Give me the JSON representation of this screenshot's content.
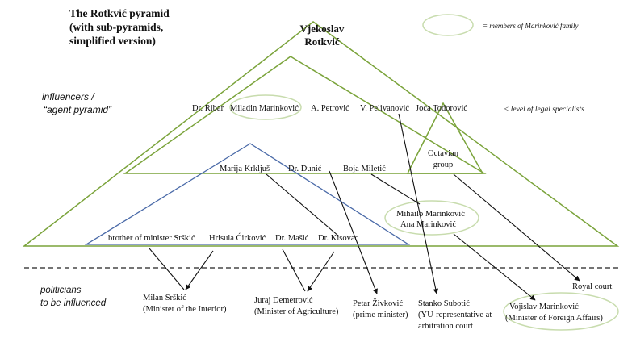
{
  "title_lines": [
    "The Rotkvić pyramid",
    "(with sub-pyramids,",
    "simplified version)"
  ],
  "legend": {
    "text": "= members of  Marinković family"
  },
  "apex": {
    "line1": "Vjekoslav",
    "line2": "Rotkvić"
  },
  "side_labels": {
    "influencers_line1": "influencers /",
    "influencers_line2": "“agent pyramid”",
    "legal_level": "< level of legal specialists",
    "politicians_line1": "politicians",
    "politicians_line2": "to be influenced"
  },
  "agents": {
    "ribar": "Dr. Ribar",
    "miladin": "Miladin Marinković",
    "petrovic": "A. Petrović",
    "pelivanovic": "V. Pelivanović",
    "todorovic": "Joca Todorović",
    "krkljus": "Marija Krkljuš",
    "dunic": "Dr. Dunić",
    "miletic": "Boja Miletić",
    "octavian_line1": "Octavian",
    "octavian_line2": "group",
    "mihailo": "Mihailo Marinković",
    "ana": "Ana Marinković",
    "srskic_brother": "brother of minister Srškić",
    "cirkovic": "Hrisula Ćirković",
    "masic": "Dr. Mašić",
    "kisovac": "Dr. Kisovac"
  },
  "politicians": {
    "srskic_line1": "Milan Srškić",
    "srskic_line2": "(Minister of the Interior)",
    "demetrovic_line1": "Juraj Demetrović",
    "demetrovic_line2": "(Minister of Agriculture)",
    "zivkovic_line1": "Petar Živković",
    "zivkovic_line2": "(prime minister)",
    "subotic_line1": "Stanko Subotić",
    "subotic_line2": "(YU-representative at",
    "subotic_line3": "arbitration court",
    "royal_court": "Royal court",
    "vojislav_line1": "Vojislav Marinković",
    "vojislav_line2": "(Minister of Foreign Affairs)"
  },
  "colors": {
    "pyramid_green": "#7aa33a",
    "family_ellipse": "#c8dcae",
    "blue_pyramid": "#4a6aa8",
    "arrow": "#111111",
    "text": "#111111"
  }
}
